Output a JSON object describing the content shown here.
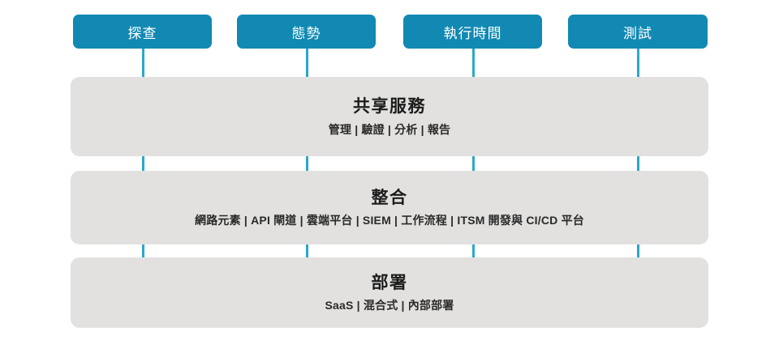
{
  "theme": {
    "box_color": "#1189b3",
    "box_text_color": "#ffffff",
    "connector_color": "#2aa8c9",
    "band_color": "#e2e1df",
    "band_text_color": "#1c1c1c",
    "background": "#ffffff"
  },
  "capabilities": [
    {
      "label": "探查"
    },
    {
      "label": "態勢"
    },
    {
      "label": "執行時間"
    },
    {
      "label": "測試"
    }
  ],
  "layers": [
    {
      "title": "共享服務",
      "subtitle": "管理 | 驗證 | 分析 | 報告"
    },
    {
      "title": "整合",
      "subtitle": "網路元素 | API 閘道 | 雲端平台 | SIEM | 工作流程 | ITSM 開發與 CI/CD 平台"
    },
    {
      "title": "部署",
      "subtitle": "SaaS | 混合式 | 內部部署"
    }
  ]
}
